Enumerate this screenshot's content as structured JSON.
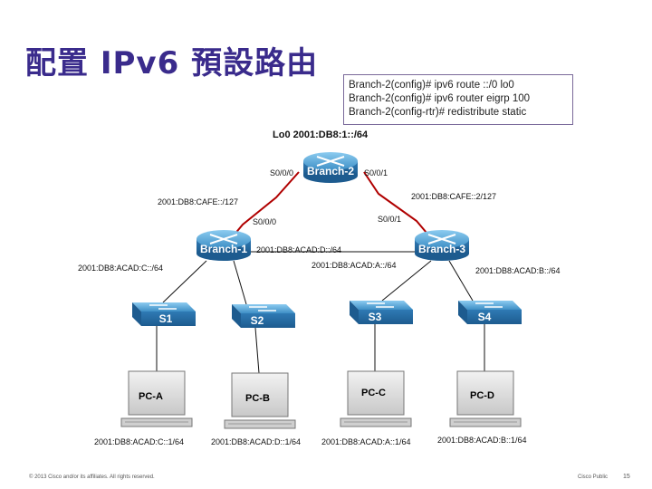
{
  "slide": {
    "title": "配置 IPv6 預設路由",
    "commands": [
      "Branch-2(config)# ipv6 route ::/0 lo0",
      "Branch-2(config)# ipv6 router eigrp 100",
      "Branch-2(config-rtr)# redistribute static"
    ]
  },
  "topology": {
    "loopback": "Lo0 2001:DB8:1::/64",
    "routers": {
      "branch2": {
        "name": "Branch-2",
        "if_left": "S0/0/0",
        "if_right": "S0/0/1"
      },
      "branch1": {
        "name": "Branch-1",
        "if_serial": "S0/0/0"
      },
      "branch3": {
        "name": "Branch-3",
        "if_serial": "S0/0/1"
      }
    },
    "links": {
      "b1_b2": "2001:DB8:CAFE::/127",
      "b2_b3": "2001:DB8:CAFE::2/127",
      "b1_b3": "2001:DB8:ACAD:D::/64",
      "b3_s3": "2001:DB8:ACAD:A::/64",
      "b1_s1": "2001:DB8:ACAD:C::/64",
      "b3_s4": "2001:DB8:ACAD:B::/64"
    },
    "switches": {
      "s1": "S1",
      "s2": "S2",
      "s3": "S3",
      "s4": "S4"
    },
    "pcs": {
      "pca": {
        "name": "PC-A",
        "addr": "2001:DB8:ACAD:C::1/64"
      },
      "pcb": {
        "name": "PC-B",
        "addr": "2001:DB8:ACAD:D::1/64"
      },
      "pcc": {
        "name": "PC-C",
        "addr": "2001:DB8:ACAD:A::1/64"
      },
      "pcd": {
        "name": "PC-D",
        "addr": "2001:DB8:ACAD:B::1/64"
      }
    }
  },
  "footer": {
    "copyright": "© 2013 Cisco and/or its affiliates. All rights reserved.",
    "classification": "Cisco Public",
    "page": "15"
  },
  "colors": {
    "title": "#3a2b8c",
    "device": "#3e8fc6",
    "link_serial": "#b00000"
  }
}
